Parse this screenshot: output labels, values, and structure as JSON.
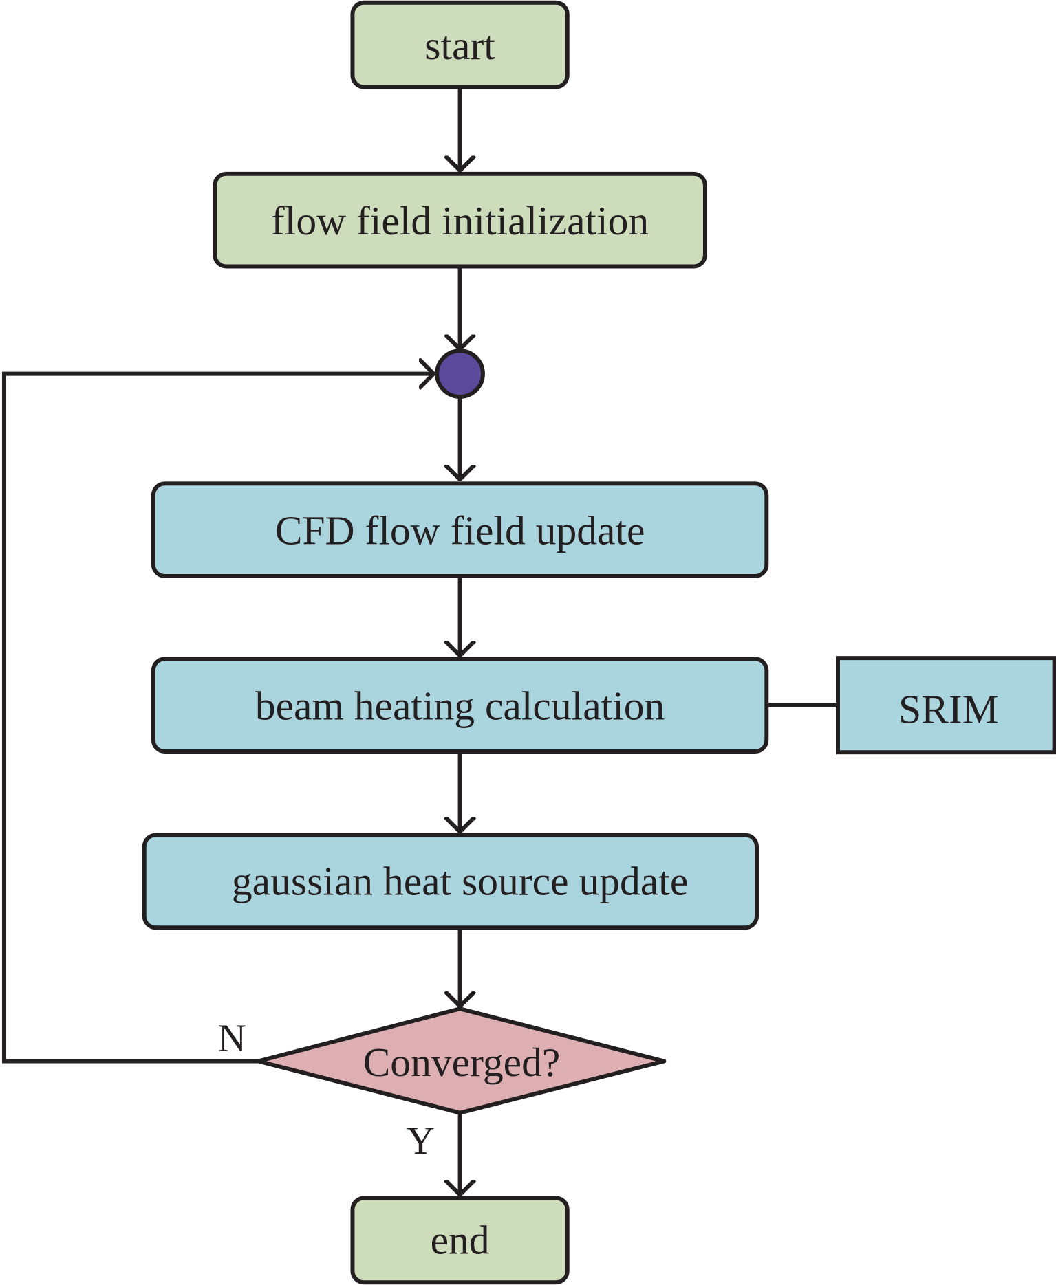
{
  "diagram": {
    "colors": {
      "terminal_fill": "#cddcbb",
      "process_fill": "#abd5de",
      "decision_fill": "#ddafb2",
      "junction_fill": "#5b4a9c",
      "stroke": "#231f20"
    },
    "nodes": {
      "start": "start",
      "init": "flow field initialization",
      "cfd": "CFD flow field update",
      "beam": "beam heating calculation",
      "srim": "SRIM",
      "gaussian": "gaussian heat source update",
      "decision": "Converged?",
      "end": "end"
    },
    "edge_labels": {
      "no": "N",
      "yes": "Y"
    },
    "edges": [
      [
        "start",
        "init"
      ],
      [
        "init",
        "junction"
      ],
      [
        "junction",
        "cfd"
      ],
      [
        "cfd",
        "beam"
      ],
      [
        "beam",
        "srim"
      ],
      [
        "beam",
        "gaussian"
      ],
      [
        "gaussian",
        "decision"
      ],
      [
        "decision",
        "end",
        "Y"
      ],
      [
        "decision",
        "junction",
        "N"
      ]
    ]
  }
}
